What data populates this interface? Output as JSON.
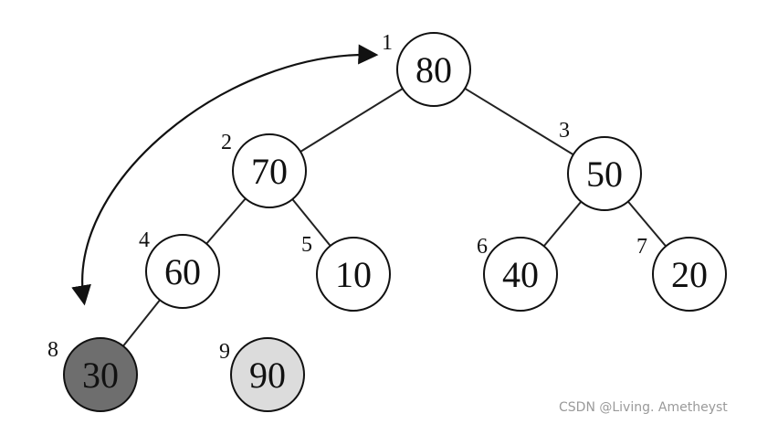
{
  "tree": {
    "nodes": [
      {
        "index": "1",
        "value": "80"
      },
      {
        "index": "2",
        "value": "70"
      },
      {
        "index": "3",
        "value": "50"
      },
      {
        "index": "4",
        "value": "60"
      },
      {
        "index": "5",
        "value": "10"
      },
      {
        "index": "6",
        "value": "40"
      },
      {
        "index": "7",
        "value": "20"
      },
      {
        "index": "8",
        "value": "30",
        "fill": "#6e6e6e"
      },
      {
        "index": "9",
        "value": "90",
        "fill": "#dcdcdc"
      }
    ],
    "edges": [
      [
        "1",
        "2"
      ],
      [
        "1",
        "3"
      ],
      [
        "2",
        "4"
      ],
      [
        "2",
        "5"
      ],
      [
        "3",
        "6"
      ],
      [
        "3",
        "7"
      ],
      [
        "4",
        "8"
      ]
    ],
    "swap": {
      "from": "1",
      "to": "8"
    }
  },
  "watermark": "CSDN @Living. Ametheyst"
}
